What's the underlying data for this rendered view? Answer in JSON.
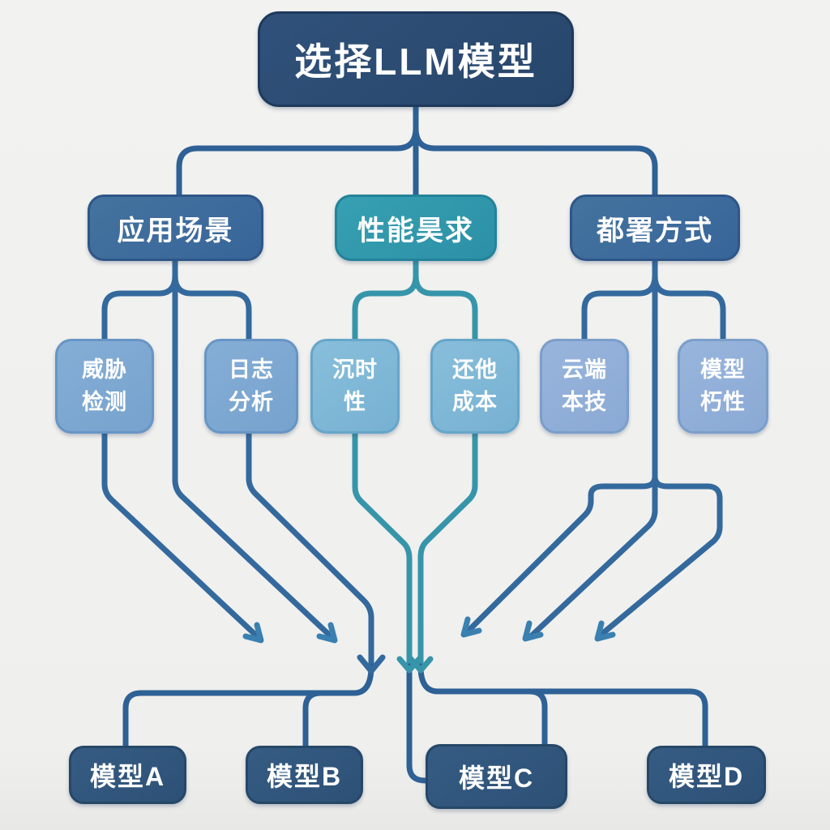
{
  "diagram_title": "选择LLM模型",
  "nodes": {
    "root": {
      "label": "选择LLM模型"
    },
    "categories": [
      {
        "id": "application-scenario",
        "label": "应用场景"
      },
      {
        "id": "performance-requirement",
        "label": "性能昊求"
      },
      {
        "id": "deployment-method",
        "label": "都署方式"
      }
    ],
    "criteria": [
      {
        "id": "threat-detection",
        "label": "威胁\n检测"
      },
      {
        "id": "log-analysis",
        "label": "日志\n分析"
      },
      {
        "id": "realtime",
        "label": "沉时\n性"
      },
      {
        "id": "cost",
        "label": "还他\n成本"
      },
      {
        "id": "cloud-local",
        "label": "云端\n本技"
      },
      {
        "id": "model-traits",
        "label": "模型\n朽性"
      }
    ],
    "models": [
      {
        "label": "模型A"
      },
      {
        "label": "模型B"
      },
      {
        "label": "模型C"
      },
      {
        "label": "模型D"
      }
    ]
  },
  "colors": {
    "background": "#f0f0ee",
    "root_fill": "#2b4a70",
    "category_blue_fill": "#3d6da3",
    "category_teal_fill": "#2f96ab",
    "leaf_blue_fill": "#7ca8d2",
    "leaf_cyan_fill": "#7fb8d6",
    "leaf_periwinkle_fill": "#92b0d9",
    "model_fill": "#31567c",
    "line_steel": "#34699d",
    "line_teal": "#3795aa",
    "line_arrow": "#3a80b1",
    "line_navy": "#2e6195",
    "text": "#ffffff"
  }
}
